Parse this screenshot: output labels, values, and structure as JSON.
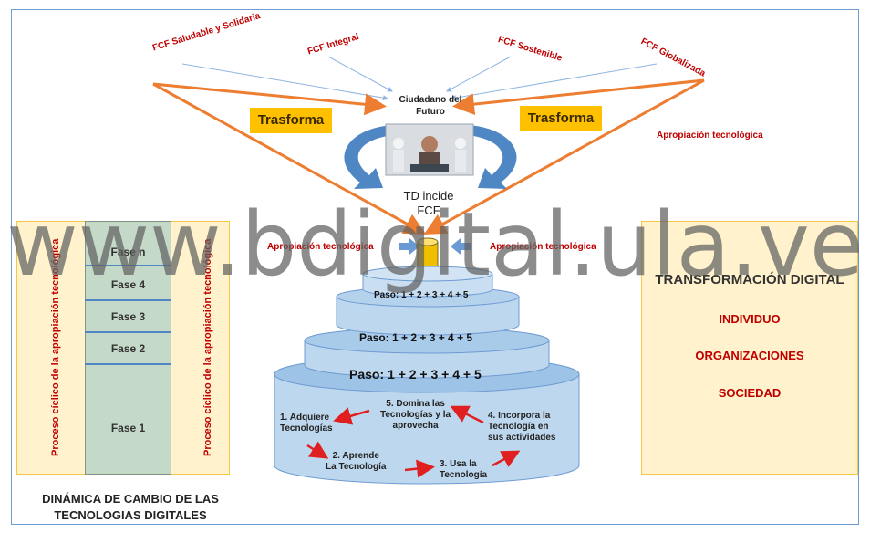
{
  "fcf_labels": [
    "FCF Saludable y Solidaria",
    "FCF Integral",
    "FCF Sostenible",
    "FCF Globalizada"
  ],
  "center": {
    "ciudadano_line1": "Ciudadano del",
    "ciudadano_line2": "Futuro",
    "td_line1": "TD incide",
    "td_line2": "FCF"
  },
  "trasforma": "Trasforma",
  "apropiacion": "Apropiación tecnológica",
  "left_panel": {
    "phases": [
      "Fase n",
      "Fase 4",
      "Fase 3",
      "Fase 2",
      "Fase 1"
    ],
    "vertical_label": "Proceso cíclico de la apropiación tecnológica",
    "caption_line1": "DINÁMICA DE CAMBIO DE LAS",
    "caption_line2": "TECNOLOGIAS DIGITALES"
  },
  "pyramid": {
    "paso_label": "Paso: 1 + 2 + 3 + 4 + 5",
    "steps": {
      "s1_line1": "1. Adquiere",
      "s1_line2": "Tecnologías",
      "s2_line1": "2. Aprende",
      "s2_line2": "La Tecnología",
      "s3_line1": "3. Usa la",
      "s3_line2": "Tecnología",
      "s4_line1": "4. Incorpora la",
      "s4_line2": "Tecnología en",
      "s4_line3": "sus actividades",
      "s5_line1": "5. Domina las",
      "s5_line2": "Tecnologías y la",
      "s5_line3": "aprovecha"
    }
  },
  "right_panel": {
    "title": "TRANSFORMACIÓN DIGITAL",
    "items": [
      "INDIVIDUO",
      "ORGANIZACIONES",
      "SOCIEDAD"
    ]
  },
  "watermark": "www.bdigital.ula.ve",
  "colors": {
    "accent_red": "#c00000",
    "orange_line": "#ed7d31",
    "blue_arrow": "#4f87c5",
    "cylinder_fill": "#bdd7ee",
    "panel_fill": "#fff2cc",
    "trasforma_fill": "#ffc000"
  }
}
